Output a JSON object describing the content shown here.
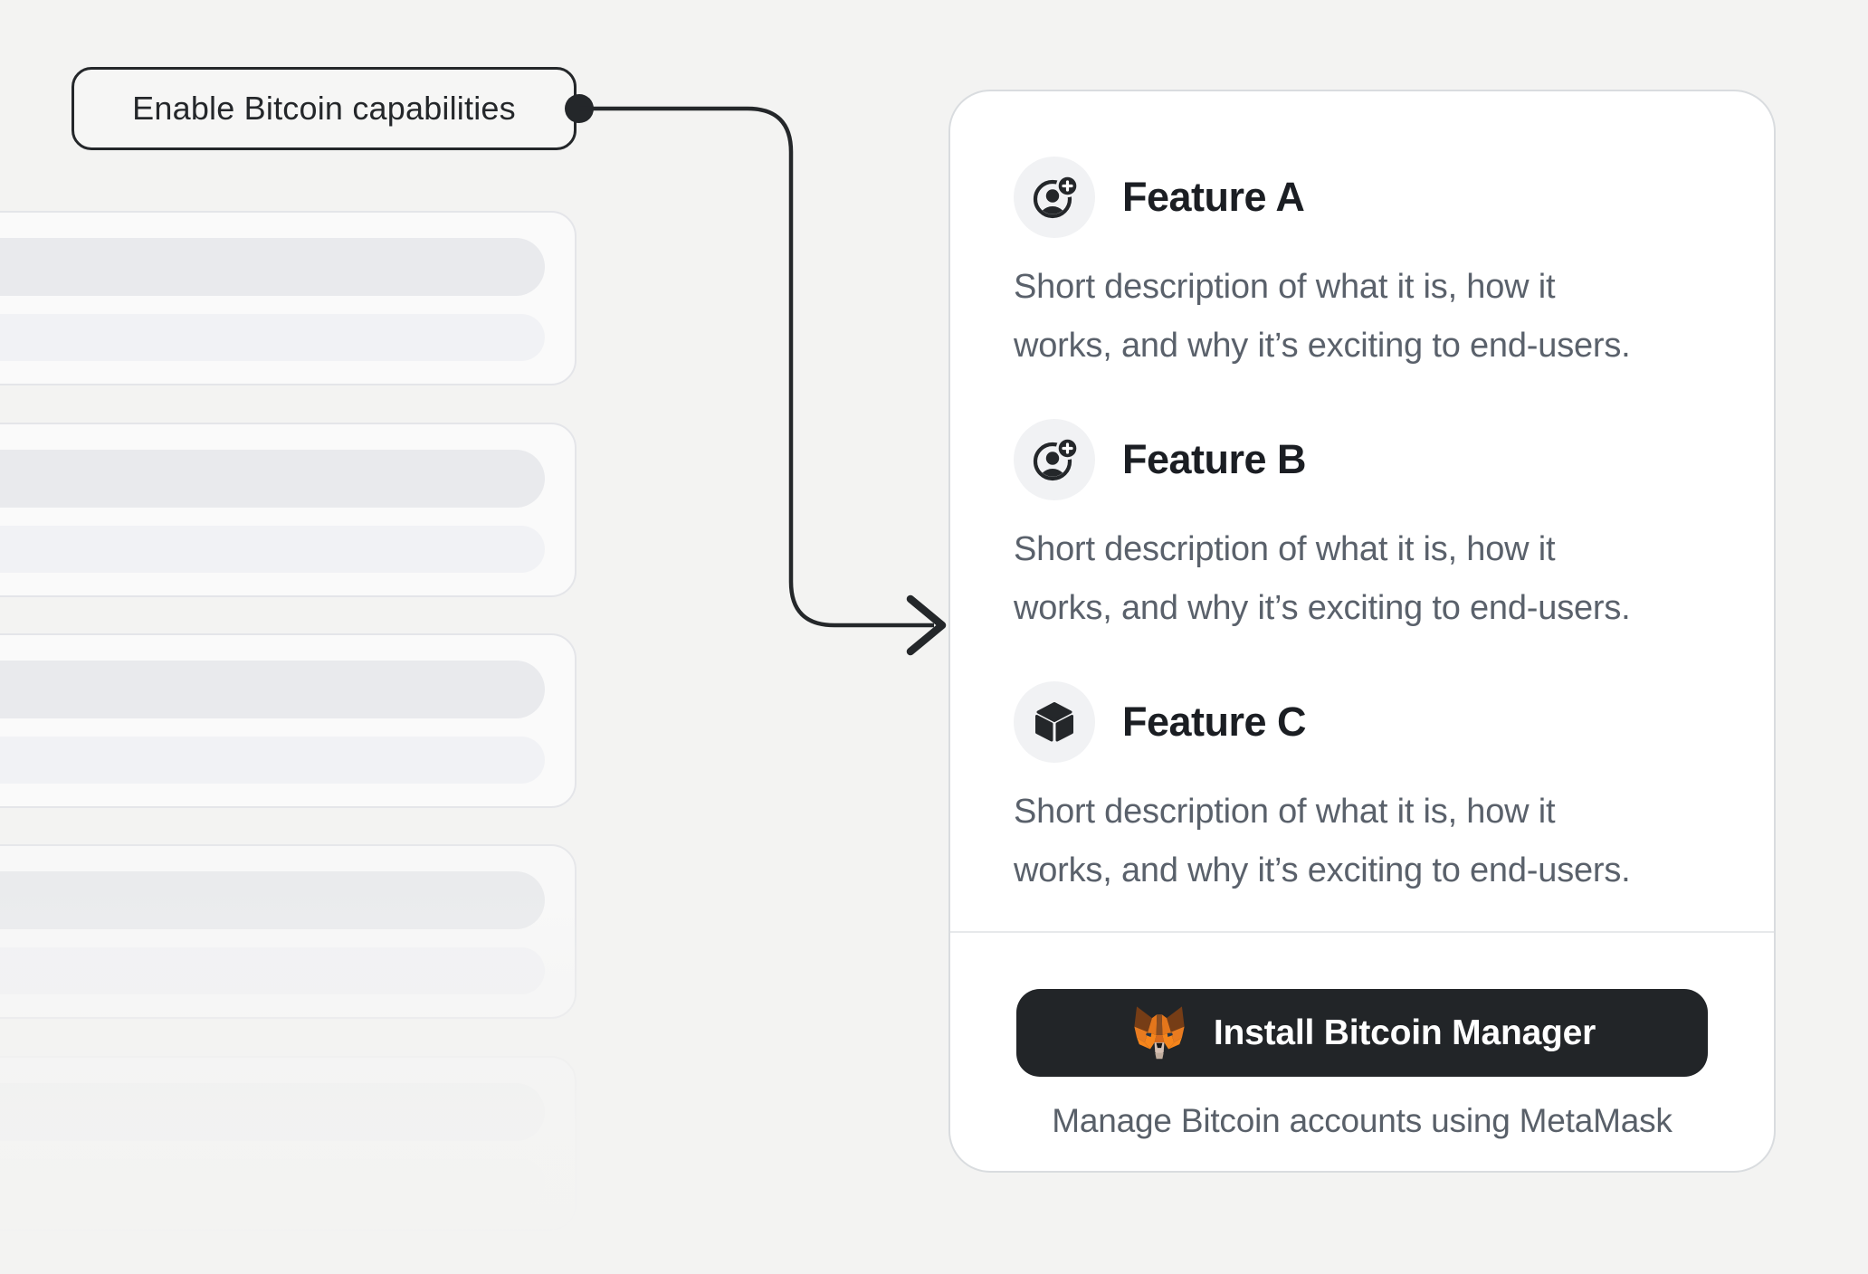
{
  "page": {
    "background": "#f3f3f2",
    "ink": "#24272a"
  },
  "callout": {
    "label": "Enable Bitcoin capabilities"
  },
  "skeleton_panel": {
    "card_count": 5,
    "bars_per_card": 2
  },
  "feature_card": {
    "features": [
      {
        "icon": "user-add-icon",
        "title": "Feature A",
        "desc_line1": "Short description of what it is, how it",
        "desc_line2": "works, and why it’s exciting to end-users."
      },
      {
        "icon": "user-add-icon",
        "title": "Feature B",
        "desc_line1": "Short description of what it is, how it",
        "desc_line2": "works, and why it’s exciting to end-users."
      },
      {
        "icon": "cube-icon",
        "title": "Feature C",
        "desc_line1": "Short description of what it is, how it",
        "desc_line2": "works, and why it’s exciting to end-users."
      }
    ],
    "footer": {
      "button_label": "Install Bitcoin Manager",
      "button_icon": "metamask-fox-icon",
      "button_background": "#222528",
      "caption": "Manage Bitcoin accounts using MetaMask"
    }
  }
}
